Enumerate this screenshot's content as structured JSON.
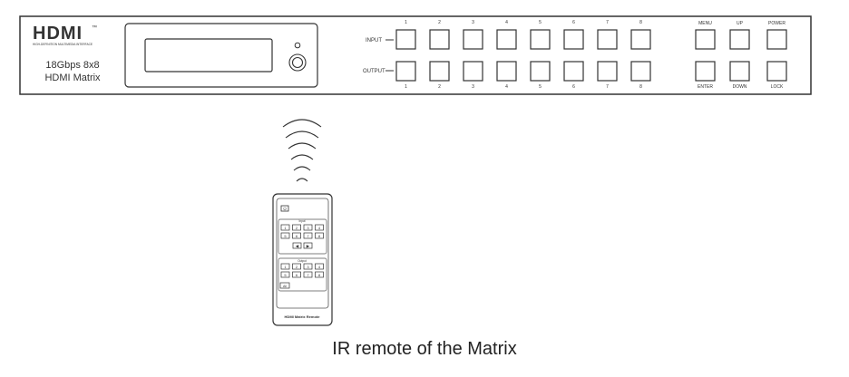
{
  "device": {
    "brand": "HDMI",
    "brand_tagline": "HIGH-DEFINITION MULTIMEDIA INTERFACE",
    "brand_tm": "™",
    "model_line1": "18Gbps 8x8",
    "model_line2": "HDMI Matrix",
    "input_label": "INPUT",
    "output_label": "OUTPUT",
    "input_numbers": [
      "1",
      "2",
      "3",
      "4",
      "5",
      "6",
      "7",
      "8"
    ],
    "output_numbers": [
      "1",
      "2",
      "3",
      "4",
      "5",
      "6",
      "7",
      "8"
    ],
    "control_top_labels": [
      "MENU",
      "UP",
      "POWER"
    ],
    "control_bottom_labels": [
      "ENTER",
      "DOWN",
      "LOCK"
    ]
  },
  "remote": {
    "power_symbol": "⏻",
    "input_section_label": "Input",
    "output_section_label": "Output",
    "input_keys": [
      "1",
      "2",
      "3",
      "4",
      "5",
      "6",
      "7",
      "8"
    ],
    "output_keys": [
      "1",
      "2",
      "3",
      "4",
      "5",
      "6",
      "7",
      "8"
    ],
    "arrow_keys": [
      "◀",
      "▶"
    ],
    "all_key": "All",
    "product_label": "HDMI Matrix Remote"
  },
  "caption": "IR remote of the Matrix",
  "colors": {
    "stroke": "#333333",
    "background": "#ffffff"
  }
}
